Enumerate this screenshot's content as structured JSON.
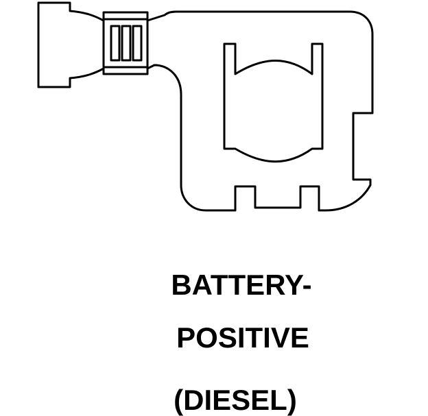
{
  "caption": {
    "line1": "BATTERY-",
    "line2": "POSITIVE",
    "line3": "(DIESEL)"
  },
  "colors": {
    "stroke": "#000000",
    "background": "#ffffff"
  }
}
